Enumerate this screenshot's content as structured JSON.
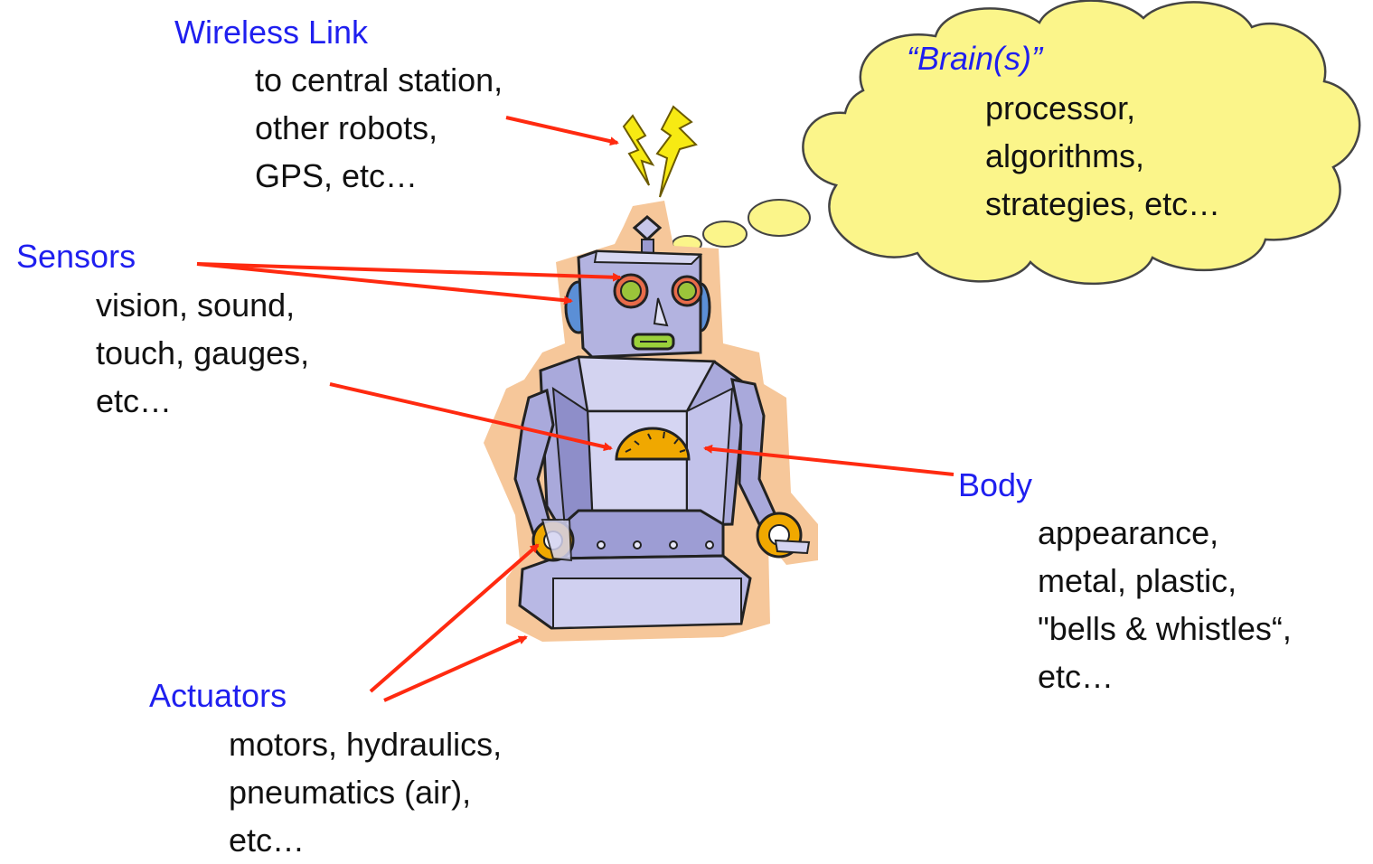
{
  "colors": {
    "heading": "#1f1fef",
    "text": "#111111",
    "arrow": "#ff2a10",
    "cloud": "#fbf58a",
    "bolt": "#f7ea13",
    "robot_metal": "#a7a7d9",
    "robot_glow": "#f6c79a",
    "gauge": "#f0a800"
  },
  "labels": {
    "wireless": {
      "heading": "Wireless Link",
      "items": [
        "to central station,",
        "other robots,",
        "GPS, etc…"
      ]
    },
    "brain": {
      "heading": "“Brain(s)”",
      "items": [
        "processor,",
        "algorithms,",
        "strategies, etc…"
      ]
    },
    "sensors": {
      "heading": "Sensors",
      "items": [
        "vision, sound,",
        "touch, gauges,",
        "etc…"
      ]
    },
    "body": {
      "heading": "Body",
      "items": [
        "appearance,",
        "metal, plastic,",
        "\"bells & whistles“,",
        "etc…"
      ]
    },
    "actuators": {
      "heading": "Actuators",
      "items": [
        "motors, hydraulics,",
        "pneumatics (air),",
        "etc…"
      ]
    }
  },
  "icons": [
    "robot-illustration",
    "thought-cloud",
    "lightning-bolt-icon",
    "arrow"
  ]
}
